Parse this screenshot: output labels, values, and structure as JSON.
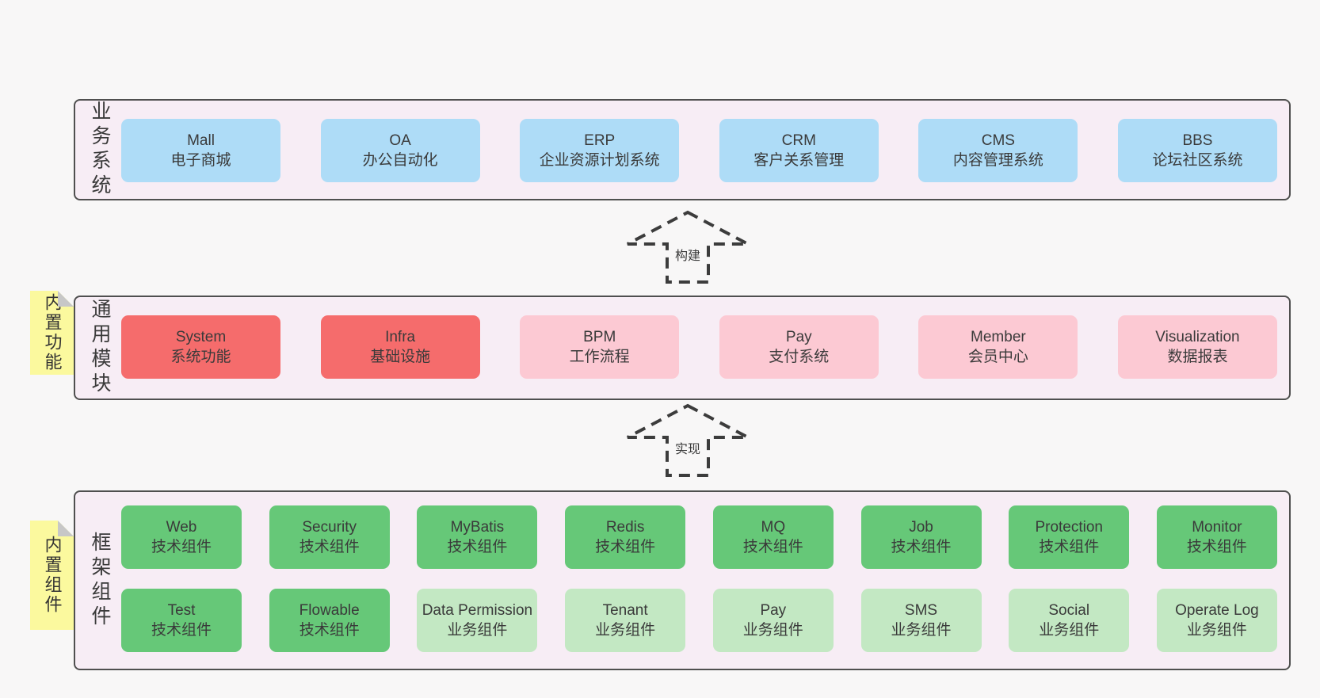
{
  "colors": {
    "page_bg": "#f8f7f7",
    "band_bg": "#f7edf5",
    "band_border": "#4f4f4f",
    "sticky_bg": "#fbf99e",
    "sticky_fold": "#c7c7c7",
    "arrow_stroke": "#3c3c3c",
    "text": "#3a3a3a",
    "blue": "#aedcf7",
    "red": "#f56c6c",
    "pink": "#fcc9d3",
    "green": "#66c878",
    "lightgreen": "#c3e8c3"
  },
  "arrows": [
    {
      "label": "构建"
    },
    {
      "label": "实现"
    }
  ],
  "bands": [
    {
      "label": "业务系统",
      "boxes": [
        {
          "name": "Mall",
          "desc": "电子商城",
          "variant": "blue"
        },
        {
          "name": "OA",
          "desc": "办公自动化",
          "variant": "blue"
        },
        {
          "name": "ERP",
          "desc": "企业资源计划系统",
          "variant": "blue"
        },
        {
          "name": "CRM",
          "desc": "客户关系管理",
          "variant": "blue"
        },
        {
          "name": "CMS",
          "desc": "内容管理系统",
          "variant": "blue"
        },
        {
          "name": "BBS",
          "desc": "论坛社区系统",
          "variant": "blue"
        }
      ]
    },
    {
      "label": "通用模块",
      "sticky": "内置功能",
      "boxes": [
        {
          "name": "System",
          "desc": "系统功能",
          "variant": "red"
        },
        {
          "name": "Infra",
          "desc": "基础设施",
          "variant": "red"
        },
        {
          "name": "BPM",
          "desc": "工作流程",
          "variant": "pink"
        },
        {
          "name": "Pay",
          "desc": "支付系统",
          "variant": "pink"
        },
        {
          "name": "Member",
          "desc": "会员中心",
          "variant": "pink"
        },
        {
          "name": "Visualization",
          "desc": "数据报表",
          "variant": "pink"
        }
      ]
    },
    {
      "label": "框架组件",
      "sticky": "内置组件",
      "rows": [
        [
          {
            "name": "Web",
            "desc": "技术组件",
            "variant": "green"
          },
          {
            "name": "Security",
            "desc": "技术组件",
            "variant": "green"
          },
          {
            "name": "MyBatis",
            "desc": "技术组件",
            "variant": "green"
          },
          {
            "name": "Redis",
            "desc": "技术组件",
            "variant": "green"
          },
          {
            "name": "MQ",
            "desc": "技术组件",
            "variant": "green"
          },
          {
            "name": "Job",
            "desc": "技术组件",
            "variant": "green"
          },
          {
            "name": "Protection",
            "desc": "技术组件",
            "variant": "green"
          },
          {
            "name": "Monitor",
            "desc": "技术组件",
            "variant": "green"
          }
        ],
        [
          {
            "name": "Test",
            "desc": "技术组件",
            "variant": "green"
          },
          {
            "name": "Flowable",
            "desc": "技术组件",
            "variant": "green"
          },
          {
            "name": "Data Permission",
            "desc": "业务组件",
            "variant": "lightgreen"
          },
          {
            "name": "Tenant",
            "desc": "业务组件",
            "variant": "lightgreen"
          },
          {
            "name": "Pay",
            "desc": "业务组件",
            "variant": "lightgreen"
          },
          {
            "name": "SMS",
            "desc": "业务组件",
            "variant": "lightgreen"
          },
          {
            "name": "Social",
            "desc": "业务组件",
            "variant": "lightgreen"
          },
          {
            "name": "Operate Log",
            "desc": "业务组件",
            "variant": "lightgreen"
          }
        ]
      ]
    }
  ]
}
